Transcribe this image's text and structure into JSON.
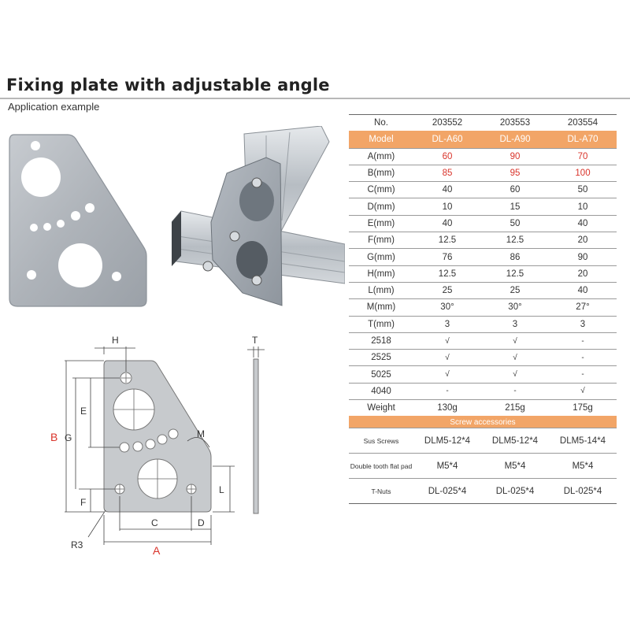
{
  "header": {
    "title": "Fixing plate with adjustable angle",
    "subtitle": "Application example"
  },
  "drawing": {
    "H": "H",
    "T": "T",
    "E": "E",
    "B": "B",
    "G": "G",
    "M": "M",
    "F": "F",
    "L": "L",
    "C": "C",
    "D": "D",
    "R3": "R3",
    "A": "A"
  },
  "table": {
    "columns": [
      "No.",
      "203552",
      "203553",
      "203554"
    ],
    "model_row": [
      "Model",
      "DL-A60",
      "DL-A90",
      "DL-A70"
    ],
    "rows": [
      {
        "label": "A(mm)",
        "values": [
          "60",
          "90",
          "70"
        ],
        "red": true
      },
      {
        "label": "B(mm)",
        "values": [
          "85",
          "95",
          "100"
        ],
        "red": true
      },
      {
        "label": "C(mm)",
        "values": [
          "40",
          "60",
          "50"
        ]
      },
      {
        "label": "D(mm)",
        "values": [
          "10",
          "15",
          "10"
        ]
      },
      {
        "label": "E(mm)",
        "values": [
          "40",
          "50",
          "40"
        ]
      },
      {
        "label": "F(mm)",
        "values": [
          "12.5",
          "12.5",
          "20"
        ]
      },
      {
        "label": "G(mm)",
        "values": [
          "76",
          "86",
          "90"
        ]
      },
      {
        "label": "H(mm)",
        "values": [
          "12.5",
          "12.5",
          "20"
        ]
      },
      {
        "label": "L(mm)",
        "values": [
          "25",
          "25",
          "40"
        ]
      },
      {
        "label": "M(mm)",
        "values": [
          "30°",
          "30°",
          "27°"
        ]
      },
      {
        "label": "T(mm)",
        "values": [
          "3",
          "3",
          "3"
        ]
      },
      {
        "label": "2518",
        "values": [
          "√",
          "√",
          "-"
        ],
        "check": true
      },
      {
        "label": "2525",
        "values": [
          "√",
          "√",
          "-"
        ],
        "check": true
      },
      {
        "label": "5025",
        "values": [
          "√",
          "√",
          "-"
        ],
        "check": true
      },
      {
        "label": "4040",
        "values": [
          "-",
          "-",
          "√"
        ],
        "check": true
      },
      {
        "label": "Weight",
        "values": [
          "130g",
          "215g",
          "175g"
        ]
      }
    ],
    "section_label": "Screw accessories",
    "accessories": [
      {
        "label": "Sus Screws",
        "values": [
          "DLM5-12*4",
          "DLM5-12*4",
          "DLM5-14*4"
        ]
      },
      {
        "label": "Double tooth flat pad",
        "values": [
          "M5*4",
          "M5*4",
          "M5*4"
        ]
      },
      {
        "label": "T-Nuts",
        "values": [
          "DL-025*4",
          "DL-025*4",
          "DL-025*4"
        ]
      }
    ]
  },
  "colors": {
    "accent": "#f2a567",
    "red": "#d9342b"
  }
}
